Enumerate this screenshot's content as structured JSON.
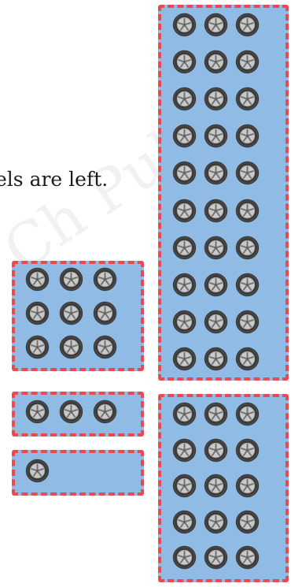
{
  "text": {
    "partial_sentence": "els are left.",
    "watermark": "Ch Pub"
  },
  "groups": [
    {
      "name": "tall-group-top",
      "wheels": 30,
      "columns": 3
    },
    {
      "name": "tall-group-bottom",
      "wheels": 15,
      "columns": 3
    },
    {
      "name": "small-group-nine",
      "wheels": 9,
      "columns": 3
    },
    {
      "name": "small-group-three",
      "wheels": 3,
      "columns": 3
    },
    {
      "name": "small-group-one",
      "wheels": 1,
      "columns": 3
    }
  ],
  "colors": {
    "box_fill": "#8fbbe4",
    "box_border": "#e84a52",
    "tyre": "#3a3a3a",
    "rim": "#9a9a9a"
  },
  "icon": "wheel-icon"
}
